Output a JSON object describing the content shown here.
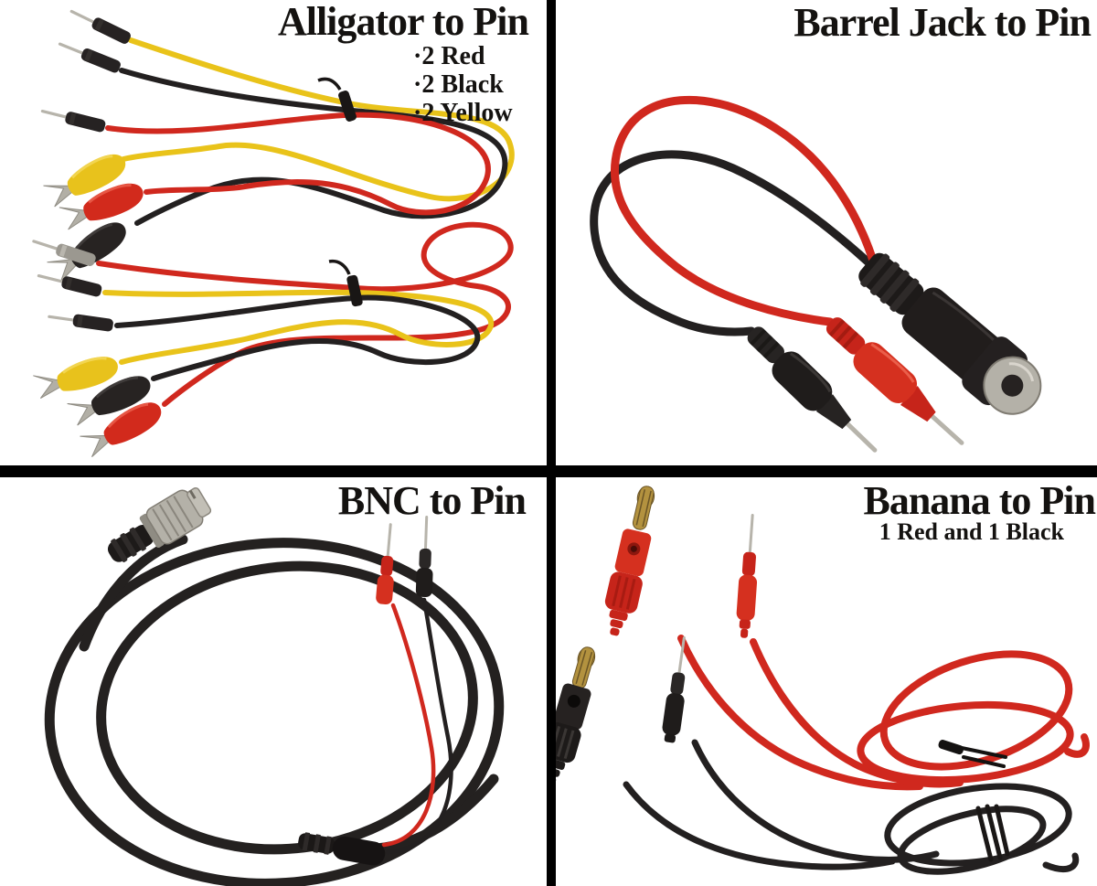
{
  "page": {
    "background_color": "#ffffff",
    "divider_color": "#000000",
    "text_color": "#141210"
  },
  "panels": [
    {
      "id": "alligator-to-pin",
      "title": "Alligator to Pin",
      "details": [
        "·2 Red",
        "·2 Black",
        "·2 Yellow"
      ]
    },
    {
      "id": "barrel-jack-to-pin",
      "title": "Barrel Jack to Pin"
    },
    {
      "id": "bnc-to-pin",
      "title": "BNC to Pin"
    },
    {
      "id": "banana-to-pin",
      "title": "Banana to Pin",
      "subtitle": "1 Red and 1 Black"
    }
  ],
  "colors": {
    "wire_red": "#d0281e",
    "wire_yellow": "#e9c31a",
    "wire_black": "#232020",
    "metal_silver": "#b7b4ab",
    "metal_gold": "#b3923f"
  }
}
